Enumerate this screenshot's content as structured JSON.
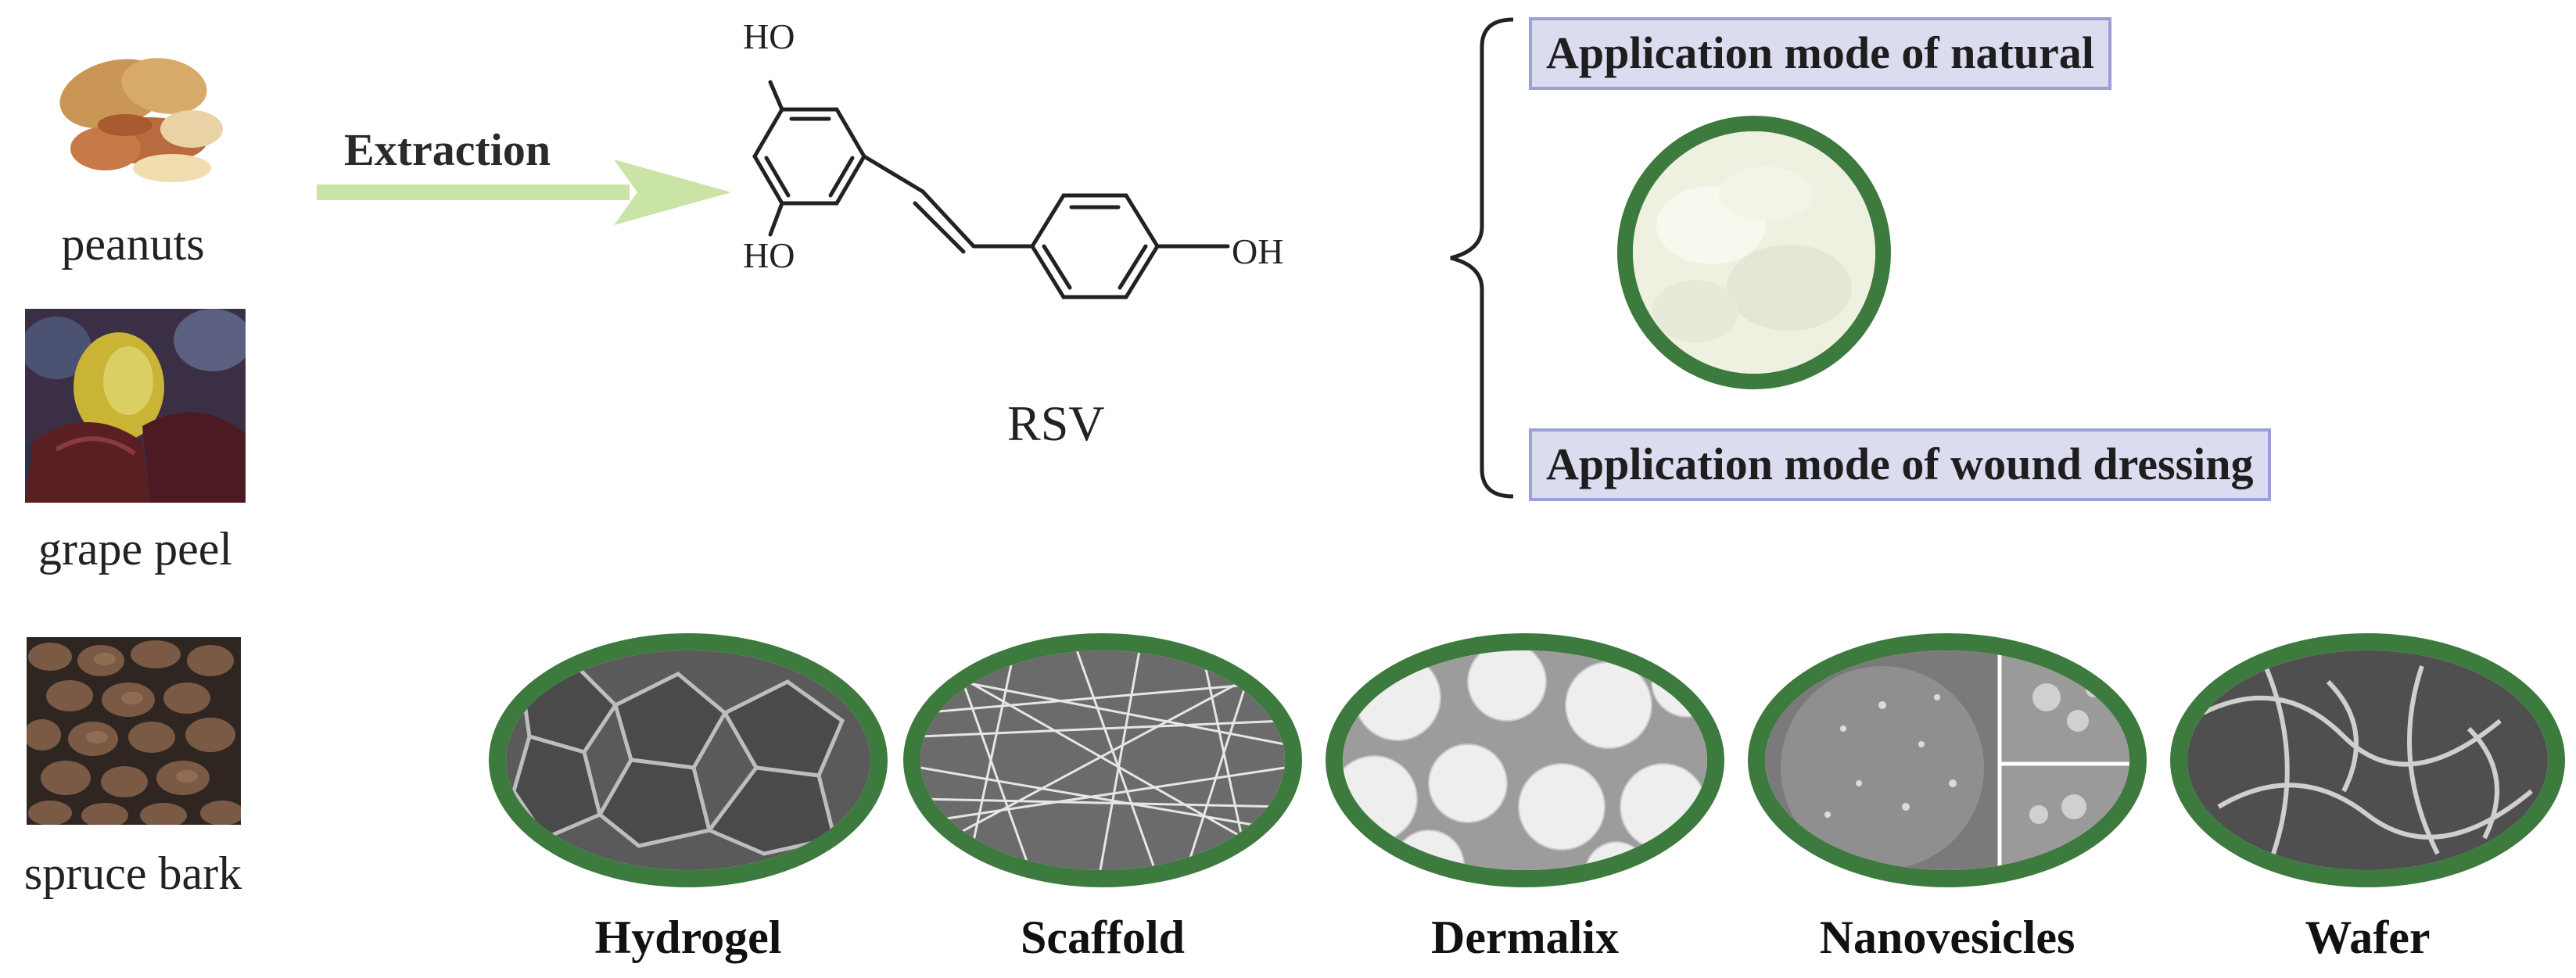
{
  "sources": [
    {
      "caption": "peanuts",
      "icon": "peanuts-photo"
    },
    {
      "caption": "grape peel",
      "icon": "grape-peel-photo"
    },
    {
      "caption": "spruce bark",
      "icon": "spruce-bark-photo"
    }
  ],
  "process": {
    "label": "Extraction"
  },
  "molecule": {
    "name": "RSV",
    "groups": {
      "ho_top": "HO",
      "ho_bottom": "HO",
      "oh_right": "OH"
    }
  },
  "applications": {
    "natural": "Application mode of natural",
    "dressing": "Application mode of wound dressing"
  },
  "dressings": [
    {
      "label": "Hydrogel"
    },
    {
      "label": "Scaffold"
    },
    {
      "label": "Dermalix"
    },
    {
      "label": "Nanovesicles"
    },
    {
      "label": "Wafer"
    }
  ],
  "colors": {
    "ellipse_border": "#3d7a3d",
    "arrow": "#c9e4a6",
    "box_fill": "#dcdcf0",
    "box_border": "#9b9fd6"
  }
}
